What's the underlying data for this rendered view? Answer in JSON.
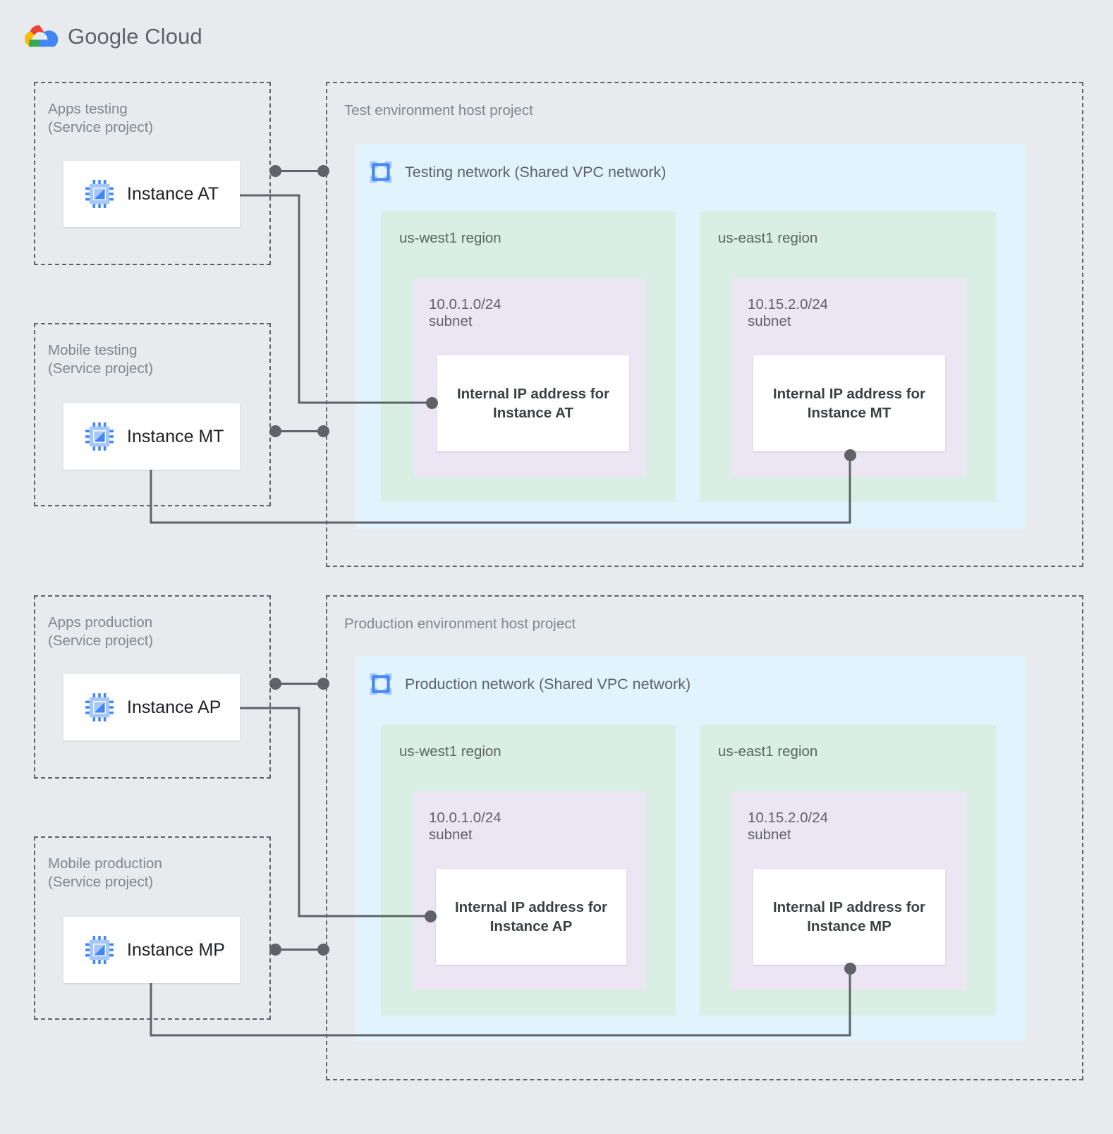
{
  "brand": {
    "name_bold": "Google",
    "name_light": " Cloud",
    "logo_icon": "google-cloud-logo"
  },
  "colors": {
    "background": "#e8ebed",
    "vpc_panel": "#e1f3fd",
    "region": "#d9efe3",
    "subnet": "#ece5f4",
    "card": "#ffffff",
    "connector": "#5f6368",
    "label_text": "#80868b",
    "body_text": "#3c4043",
    "google_blue": "#4285f4",
    "google_red": "#ea4335",
    "google_yellow": "#fbbc04",
    "google_green": "#34a853",
    "instance_icon_blue": "#4285f4",
    "instance_icon_light": "#a7c7fa"
  },
  "environments": [
    {
      "id": "test",
      "host_project": {
        "label": "Test environment host project"
      },
      "service_projects": [
        {
          "id": "apps-testing",
          "label": "Apps testing\n(Service project)",
          "instance": {
            "name": "Instance AT",
            "icon": "compute-instance-icon"
          }
        },
        {
          "id": "mobile-testing",
          "label": "Mobile testing\n(Service project)",
          "instance": {
            "name": "Instance MT",
            "icon": "compute-instance-icon"
          }
        }
      ],
      "network": {
        "title": "Testing network (Shared VPC network)",
        "icon": "vpc-network-icon",
        "regions": [
          {
            "id": "us-west1",
            "label": "us-west1 region",
            "subnet": {
              "cidr": "10.0.1.0/24",
              "label": "10.0.1.0/24\nsubnet",
              "ip_card": "Internal IP address for\nInstance AT"
            }
          },
          {
            "id": "us-east1",
            "label": "us-east1 region",
            "subnet": {
              "cidr": "10.15.2.0/24",
              "label": "10.15.2.0/24\nsubnet",
              "ip_card": "Internal IP address for\nInstance MT"
            }
          }
        ]
      }
    },
    {
      "id": "production",
      "host_project": {
        "label": "Production environment host project"
      },
      "service_projects": [
        {
          "id": "apps-production",
          "label": "Apps production\n(Service project)",
          "instance": {
            "name": "Instance AP",
            "icon": "compute-instance-icon"
          }
        },
        {
          "id": "mobile-production",
          "label": "Mobile production\n(Service project)",
          "instance": {
            "name": "Instance MP",
            "icon": "compute-instance-icon"
          }
        }
      ],
      "network": {
        "title": "Production network (Shared VPC network)",
        "icon": "vpc-network-icon",
        "regions": [
          {
            "id": "us-west1",
            "label": "us-west1 region",
            "subnet": {
              "cidr": "10.0.1.0/24",
              "label": "10.0.1.0/24\nsubnet",
              "ip_card": "Internal IP address for\nInstance AP"
            }
          },
          {
            "id": "us-east1",
            "label": "us-east1 region",
            "subnet": {
              "cidr": "10.15.2.0/24",
              "label": "10.15.2.0/24\nsubnet",
              "ip_card": "Internal IP address for\nInstance MP"
            }
          }
        ]
      }
    }
  ]
}
